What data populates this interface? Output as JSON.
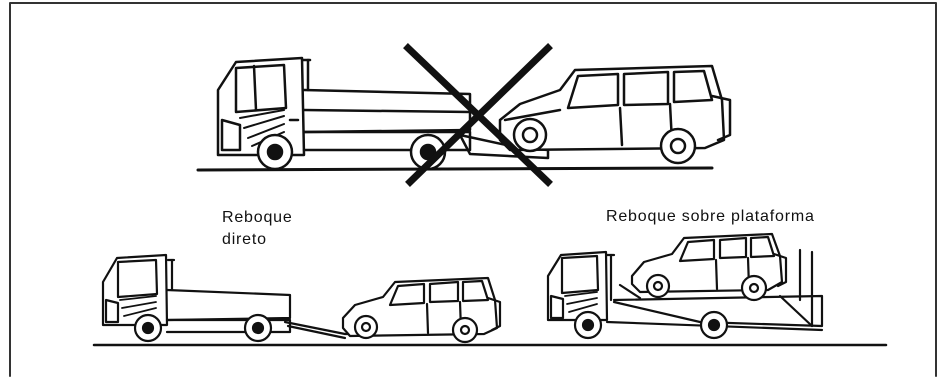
{
  "labels": {
    "direct_tow_line1": "Reboque",
    "direct_tow_line2": "direto",
    "flatbed_tow": "Reboque sobre plataforma"
  },
  "colors": {
    "ink": "#111111",
    "background": "#ffffff",
    "frame": "#333333"
  },
  "icons": {
    "prohibited_mark": "x-mark"
  }
}
